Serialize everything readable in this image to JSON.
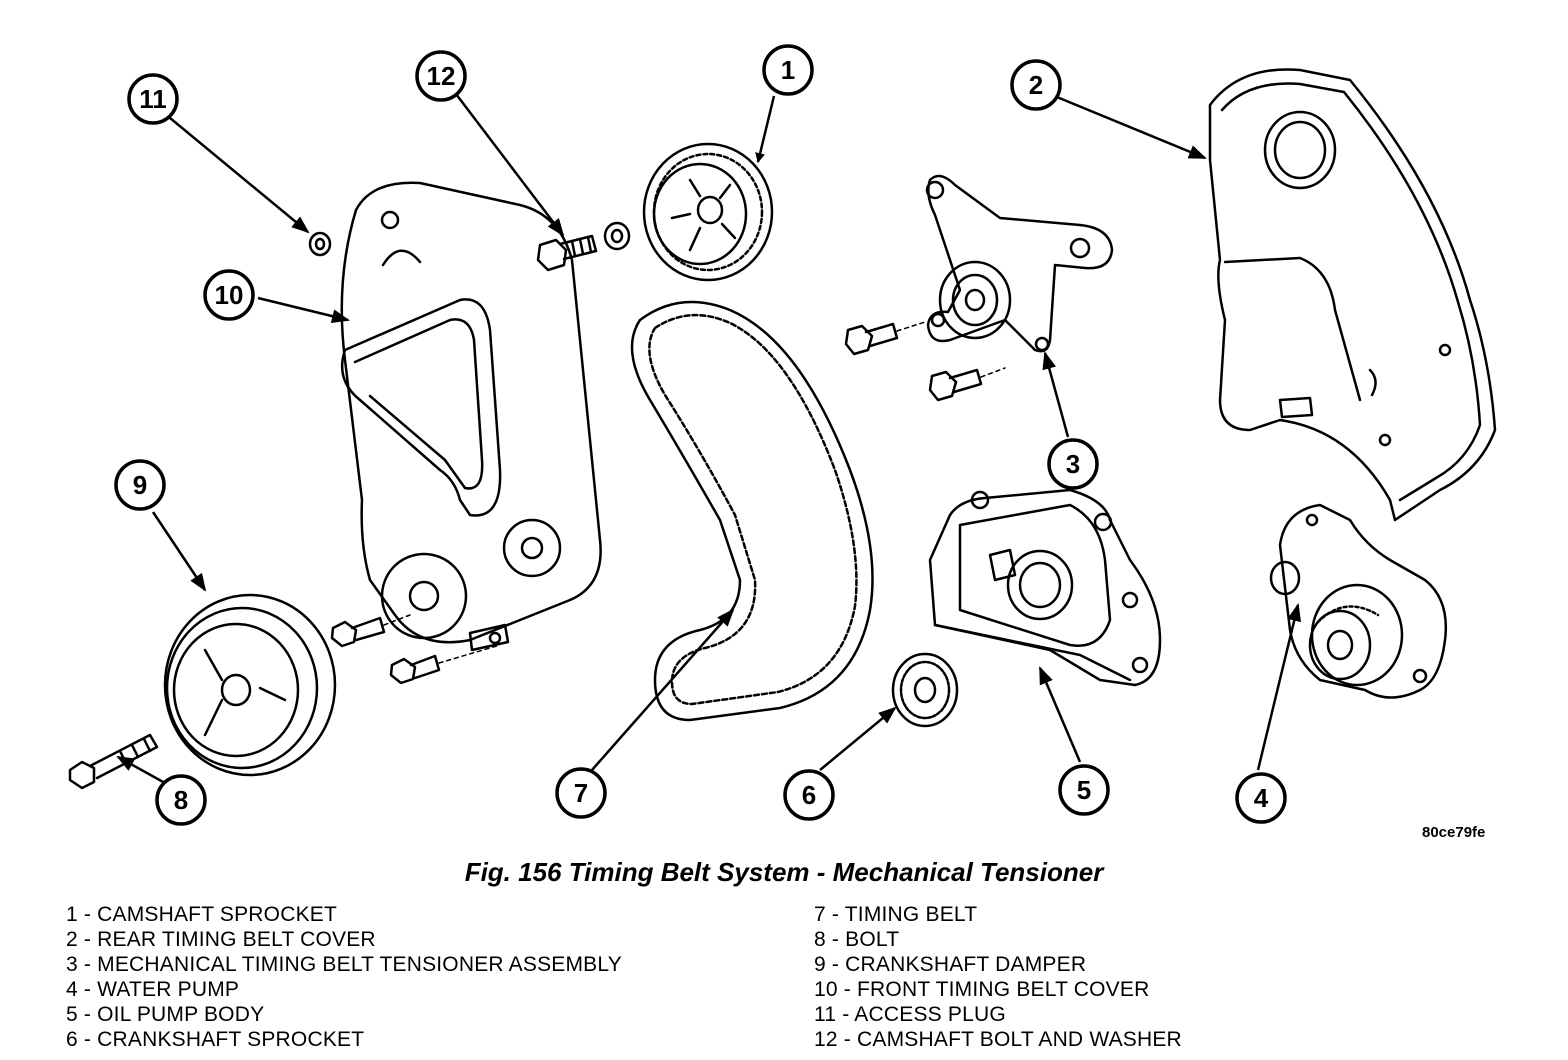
{
  "figure": {
    "caption": "Fig. 156 Timing Belt System - Mechanical Tensioner",
    "reference_code": "80ce79fe"
  },
  "callouts": [
    "1",
    "2",
    "3",
    "4",
    "5",
    "6",
    "7",
    "8",
    "9",
    "10",
    "11",
    "12"
  ],
  "legend": {
    "left": [
      "1 - CAMSHAFT SPROCKET",
      "2 - REAR TIMING BELT COVER",
      "3 - MECHANICAL TIMING BELT TENSIONER ASSEMBLY",
      "4 - WATER PUMP",
      "5 - OIL PUMP BODY",
      "6 - CRANKSHAFT SPROCKET"
    ],
    "right": [
      "7 - TIMING BELT",
      "8 - BOLT",
      "9 - CRANKSHAFT DAMPER",
      "10 - FRONT TIMING BELT COVER",
      "11 - ACCESS PLUG",
      "12 - CAMSHAFT BOLT AND WASHER"
    ]
  }
}
